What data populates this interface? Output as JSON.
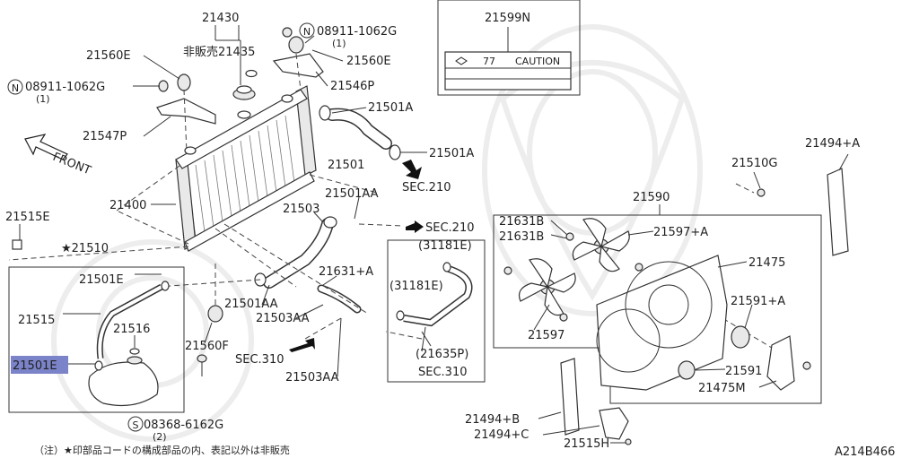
{
  "diagram": {
    "labels": {
      "p21430": "21430",
      "p21435": "21435",
      "not_sold": "非販売",
      "p08911_top": "08911-1062G",
      "qty1_top": "(1)",
      "p21599N": "21599N",
      "p21560E_left": "21560E",
      "p21560E_right": "21560E",
      "p08911_left": "08911-1062G",
      "qty1_left": "(1)",
      "p21546P": "21546P",
      "p21501A_1": "21501A",
      "p21547P": "21547P",
      "p21501": "21501",
      "p21501A_2": "21501A",
      "sec210_1": "SEC.210",
      "p21494A": "21494+A",
      "p21510G": "21510G",
      "front": "FRONT",
      "p21501AA_top": "21501AA",
      "p21590": "21590",
      "p21400": "21400",
      "p21503": "21503",
      "sec210_2": "SEC.210",
      "p21631B_1": "21631B",
      "p21515E": "21515E",
      "p21631B_2": "21631B",
      "p21597A": "21597+A",
      "p31181E_1": "(31181E)",
      "p21510": "★21510",
      "p21475": "21475",
      "p21631A": "21631+A",
      "p21501E_top": "21501E",
      "p31181E_2": "(31181E)",
      "p21501AA_mid": "21501AA",
      "p21591A": "21591+A",
      "p21503AA_1": "21503AA",
      "p21515": "21515",
      "p21516": "21516",
      "p21597": "21597",
      "p21560F": "21560F",
      "p21635P": "(21635P)",
      "sec310_1": "SEC.310",
      "p21501E_highlight": "21501E",
      "sec310_2": "SEC.310",
      "p21591": "21591",
      "p21503AA_2": "21503AA",
      "p21475M": "21475M",
      "p21494B": "21494+B",
      "p08368": "08368-6162G",
      "qty2": "(2)",
      "p21494C": "21494+C",
      "p21515H": "21515H",
      "caution_num": "77",
      "caution_text": "CAUTION",
      "n_symbol": "N",
      "s_symbol": "S",
      "note": "（注）★印部品コードの構成部品の内、表記以外は非販売",
      "code": "A214B466"
    }
  }
}
